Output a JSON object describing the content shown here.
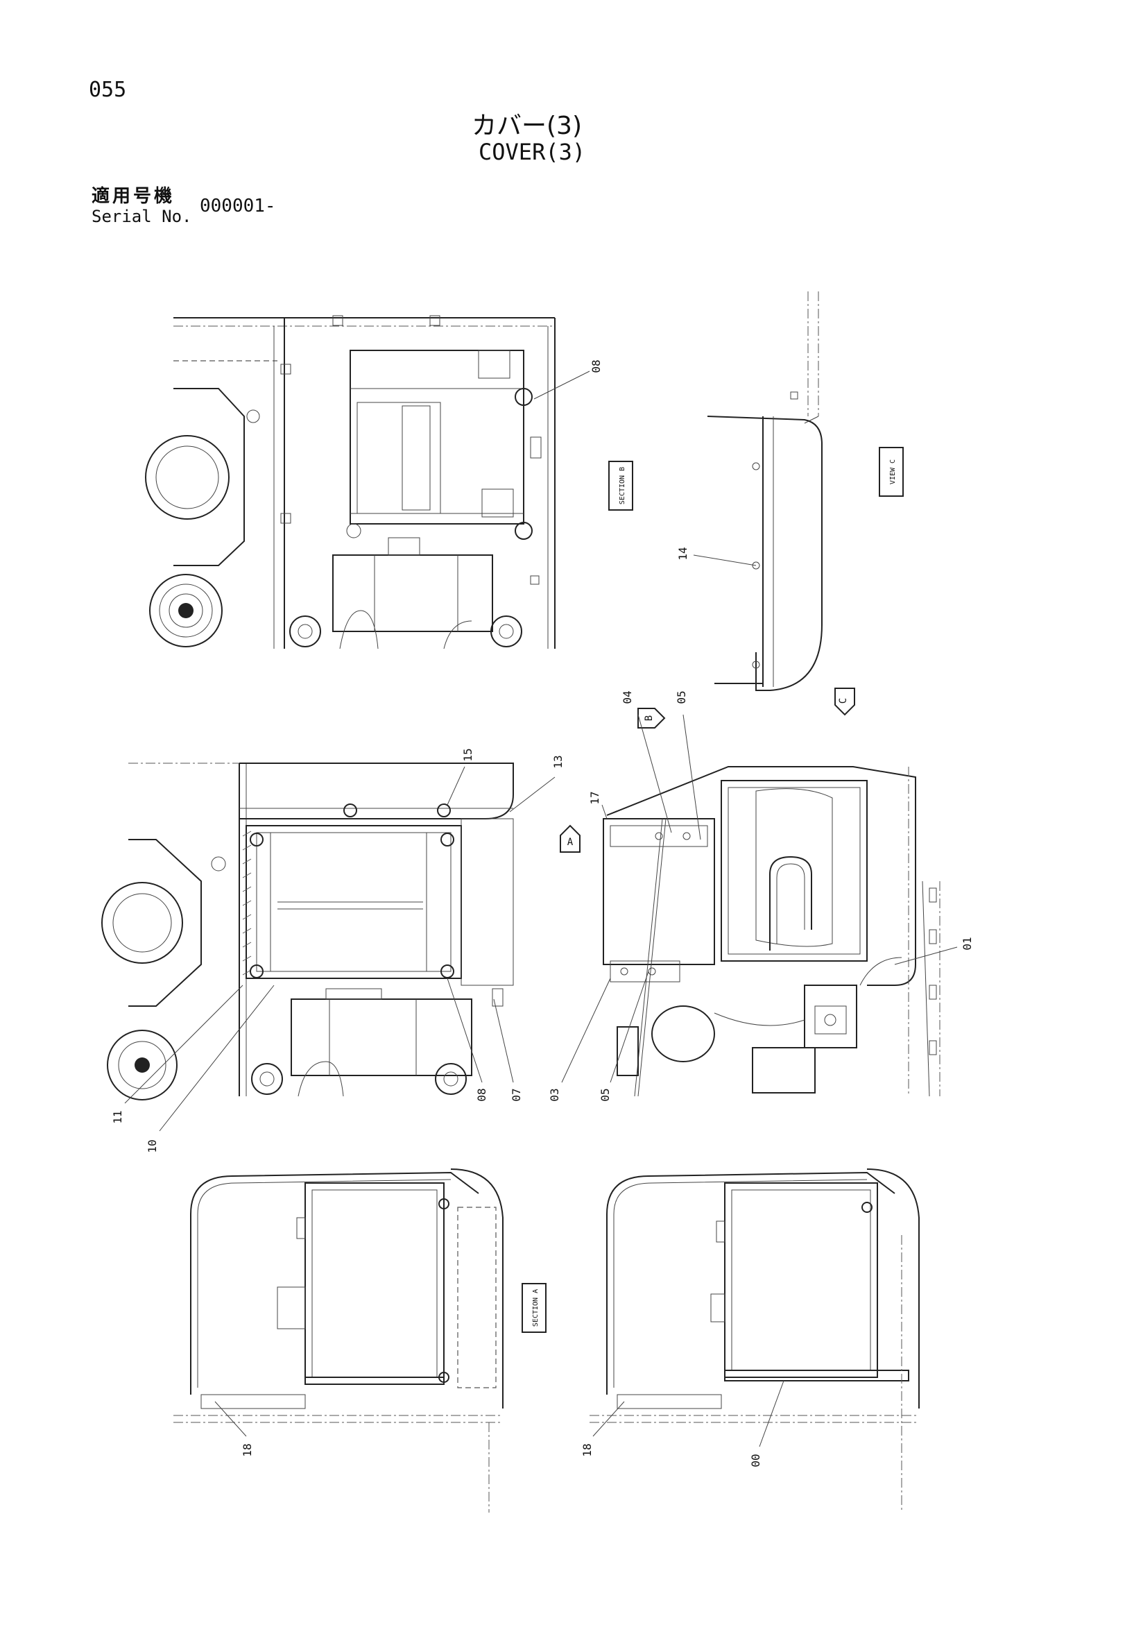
{
  "page_number": "055",
  "title_jp": "カバー(3)",
  "title_en": "COVER(3)",
  "serial_label_jp": "適用号機",
  "serial_label_en": "Serial No.",
  "serial_value": "000001-",
  "view_labels": {
    "section_b": "SECTION B",
    "view_c": "VIEW C",
    "section_a": "SECTION A",
    "arrow_a": "A",
    "arrow_b": "B",
    "arrow_c": "C"
  },
  "callouts": {
    "c08_top": "08",
    "c14": "14",
    "c04": "04",
    "c05_top": "05",
    "c15": "15",
    "c13": "13",
    "c17": "17",
    "c01": "01",
    "c11": "11",
    "c10": "10",
    "c08_mid": "08",
    "c07": "07",
    "c03": "03",
    "c05_bottom": "05",
    "c18_left": "18",
    "c18_right": "18",
    "c00": "00"
  }
}
